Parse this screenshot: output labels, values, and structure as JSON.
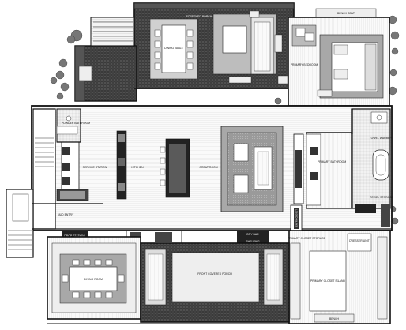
{
  "labels": {
    "screened_porch": "SCREENED PORCH",
    "dining_table": "DINING TABLE",
    "bench_seat": "BENCH SEAT",
    "primary_bedroom": "PRIMARY BEDROOM",
    "powder_bathroom": "POWDER BATHROOM",
    "service_station": "SERVICE STATION",
    "kitchen": "KITCHEN",
    "great_room": "GREAT ROOM",
    "primary_bathroom": "PRIMARY BATHROOM",
    "towel_warmer": "TOWEL WARMER",
    "towel_storage": "TOWEL STORAGE",
    "mud_entry": "MUD ENTRY",
    "drop_station": "DROP STATION",
    "entry_closet": "ENTRY CLOSET",
    "dry_bar": "DRY BAR",
    "shelving": "SHELVING",
    "primary_closet_storage": "PRIMARY CLOSET STORAGE",
    "dresser_unit": "DRESSER UNIT",
    "dining_room": "DINING ROOM",
    "front_covered_porch": "FRONT COVERED PORCH",
    "primary_closet_island": "PRIMARY CLOSET ISLAND",
    "bench": "BENCH"
  }
}
